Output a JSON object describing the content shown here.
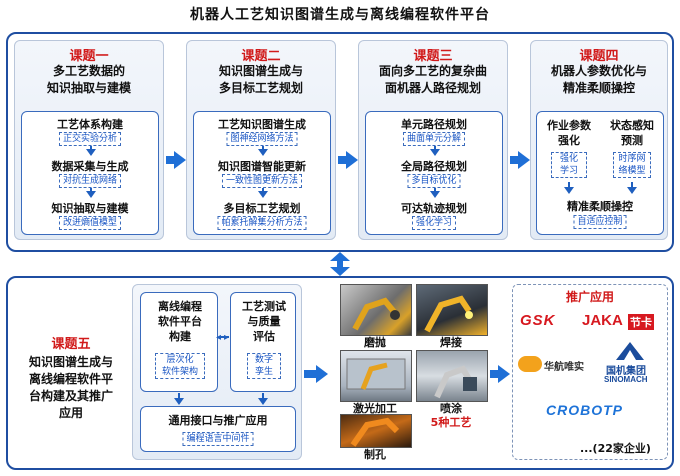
{
  "title": "机器人工艺知识图谱生成与离线编程软件平台",
  "topics": [
    {
      "label": "课题一",
      "heading_lines": [
        "多工艺数据的",
        "知识抽取与建模"
      ],
      "items": [
        {
          "main": "工艺体系构建",
          "sub": "正交实验分析"
        },
        {
          "main": "数据采集与生成",
          "sub": "对抗生成网络"
        },
        {
          "main": "知识抽取与建模",
          "sub": "改进熵值模型"
        }
      ]
    },
    {
      "label": "课题二",
      "heading_lines": [
        "知识图谱生成与",
        "多目标工艺规划"
      ],
      "items": [
        {
          "main": "工艺知识图谱生成",
          "sub": "图神经网络方法"
        },
        {
          "main": "知识图谱智能更新",
          "sub": "一致性图更新方法"
        },
        {
          "main": "多目标工艺规划",
          "sub": "帕累托解集分析方法"
        }
      ]
    },
    {
      "label": "课题三",
      "heading_lines": [
        "面向多工艺的复杂曲",
        "面机器人路径规划"
      ],
      "items": [
        {
          "main": "单元路径规划",
          "sub": "曲面单元分解"
        },
        {
          "main": "全局路径规划",
          "sub": "多目标优化"
        },
        {
          "main": "可达轨迹规划",
          "sub": "强化学习"
        }
      ]
    },
    {
      "label": "课题四",
      "heading_lines": [
        "机器人参数优化与",
        "精准柔顺操控"
      ],
      "left": {
        "lines": [
          "作业参数",
          "强化"
        ],
        "sub_lines": [
          "强化",
          "学习"
        ]
      },
      "right": {
        "lines": [
          "状态感知",
          "预测"
        ],
        "sub_lines": [
          "时序网",
          "络模型"
        ]
      },
      "bottom": {
        "main": "精准柔顺操控",
        "sub": "自适应控制"
      }
    }
  ],
  "topic5": {
    "label": "课题五",
    "heading_lines": [
      "知识图谱生成与",
      "离线编程软件平",
      "台构建及其推广",
      "应用"
    ],
    "box_a": {
      "lines": [
        "离线编程",
        "软件平台",
        "构建"
      ],
      "sub_lines": [
        "层次化",
        "软件架构"
      ]
    },
    "box_b": {
      "lines": [
        "工艺测试",
        "与质量",
        "评估"
      ],
      "sub_lines": [
        "数字",
        "孪生"
      ]
    },
    "bottom": {
      "main": "通用接口与推广应用",
      "sub": "编程语言中间件"
    }
  },
  "processes": {
    "labels": [
      "磨抛",
      "焊接",
      "激光加工",
      "喷涂",
      "制孔"
    ],
    "summary": "5种工艺"
  },
  "promotion": {
    "title": "推广应用",
    "logos": [
      "GSK",
      "JAKA",
      "节卡",
      "华航唯实",
      "国机集团",
      "SINOMACH",
      "CROBOTP"
    ],
    "footer": "...(22家企业)"
  },
  "colors": {
    "frame": "#1f4ea1",
    "accent_red": "#d11a1a",
    "sub_blue": "#1a56c4",
    "arrow": "#1f6fd6"
  }
}
